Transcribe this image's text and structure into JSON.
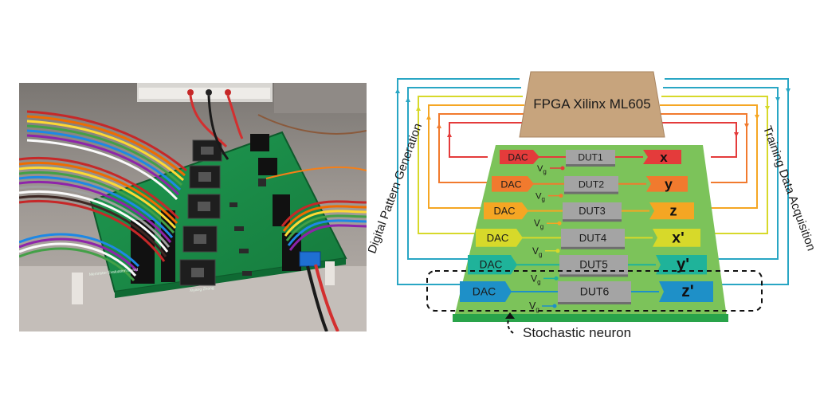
{
  "colors": {
    "board": "#7cc35a",
    "board_edge": "#29a34a",
    "fpga": "#c7a47d",
    "dut": "#a4a4a4",
    "dut_shadow": "#6e6e6e",
    "trace_blue": "#29a6c4",
    "pcb": "#1c8a4a"
  },
  "fpga": {
    "label": "FPGA Xilinx ML605"
  },
  "labels": {
    "left_side": "Digital Pattern Generation",
    "right_side": "Training Data Acquisition",
    "neuron": "Stochastic neuron",
    "dac": "DAC",
    "vg_main": "V",
    "vg_sub": "g"
  },
  "rows": [
    {
      "dut": "DUT1",
      "output": "x",
      "color": "#e43b3b"
    },
    {
      "dut": "DUT2",
      "output": "y",
      "color": "#f17a2e"
    },
    {
      "dut": "DUT3",
      "output": "z",
      "color": "#f5a623"
    },
    {
      "dut": "DUT4",
      "output": "x'",
      "color": "#d7d92a"
    },
    {
      "dut": "DUT5",
      "output": "y'",
      "color": "#1fb39a"
    },
    {
      "dut": "DUT6",
      "output": "z'",
      "color": "#1e90c8"
    }
  ],
  "photo": {
    "board_text_1": "Memristor Evaluation Board",
    "board_text_2": "Xiyang Zhang"
  }
}
